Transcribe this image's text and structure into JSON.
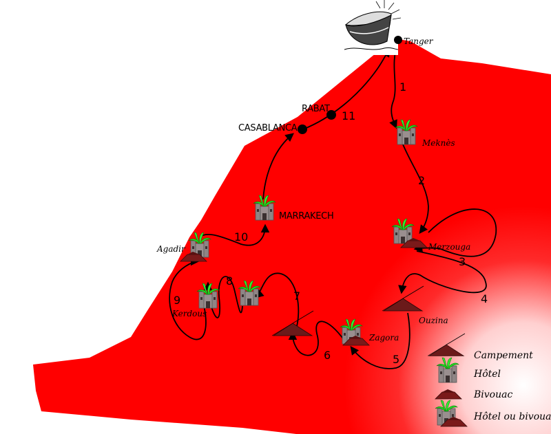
{
  "colors": {
    "land": "#ff0000",
    "route": "#000000"
  },
  "cities": {
    "tanger": "Tanger",
    "rabat": "RABAT",
    "casablanca": "CASABLANCA",
    "meknes": "Meknès",
    "marrakech": "MARRAKECH",
    "merzouga": "Merzouga",
    "agadir": "Agadir",
    "kerdous": "Kerdous",
    "zagora": "Zagora",
    "ouzina": "Ouzina"
  },
  "stages": [
    "1",
    "2",
    "3",
    "4",
    "5",
    "6",
    "7",
    "8",
    "9",
    "10",
    "11"
  ],
  "legend": {
    "campement": "Campement",
    "hotel": "Hôtel",
    "bivouac": "Bivouac",
    "hotel_bivouac": "Hôtel ou bivouac"
  },
  "icons": [
    "ship-icon",
    "hotel-icon",
    "tent-icon",
    "camp-icon"
  ]
}
